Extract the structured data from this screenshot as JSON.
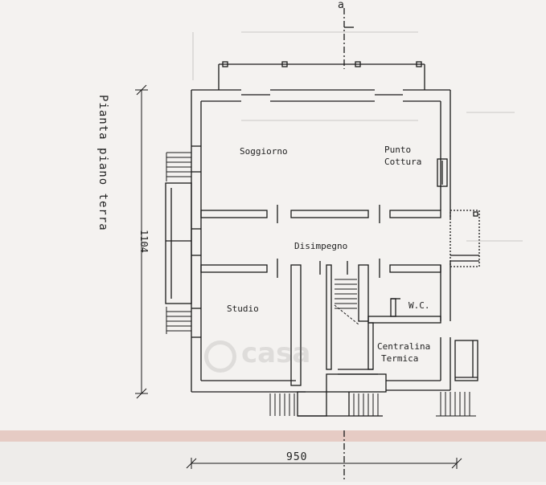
{
  "plan": {
    "title": "Pianta piano terra",
    "section_marker": "a",
    "rooms": {
      "soggiorno": "Soggiorno",
      "punto_cottura_line1": "Punto",
      "punto_cottura_line2": "Cottura",
      "disimpegno": "Disimpegno",
      "studio": "Studio",
      "wc": "W.C.",
      "centralina_line1": "Centralina",
      "centralina_line2": "Termica"
    },
    "dimensions": {
      "height": "1104",
      "width": "950"
    }
  },
  "watermark": {
    "text": "casa",
    "icon": "casa-logo-icon"
  },
  "colors": {
    "ink": "#1a1a1a",
    "paper": "#f4f2f0",
    "band": "#e6cbc4"
  }
}
